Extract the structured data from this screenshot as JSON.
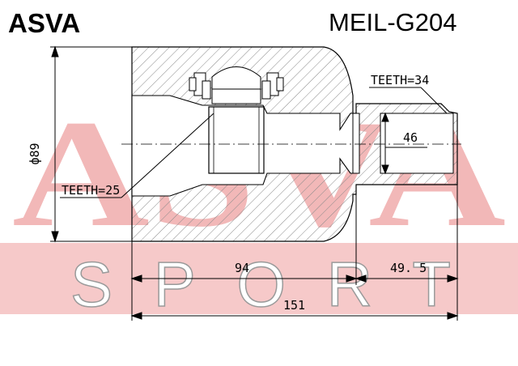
{
  "header": {
    "brand": "ASVA",
    "part_number": "MEIL-G204"
  },
  "watermark": {
    "top_text": "ASVA",
    "bottom_text": "SPORT",
    "color": "#f2b8b8",
    "band_color": "#f6c9c9"
  },
  "annotations": {
    "teeth_outer": "TEETH=34",
    "teeth_inner": "TEETH=25",
    "diameter": "ф89",
    "stem_diameter": "46",
    "dim_body_length": "94",
    "dim_stem_length": "49. 5",
    "dim_total_length": "151"
  },
  "colors": {
    "line": "#000000",
    "hatch": "#8a8a8a"
  }
}
